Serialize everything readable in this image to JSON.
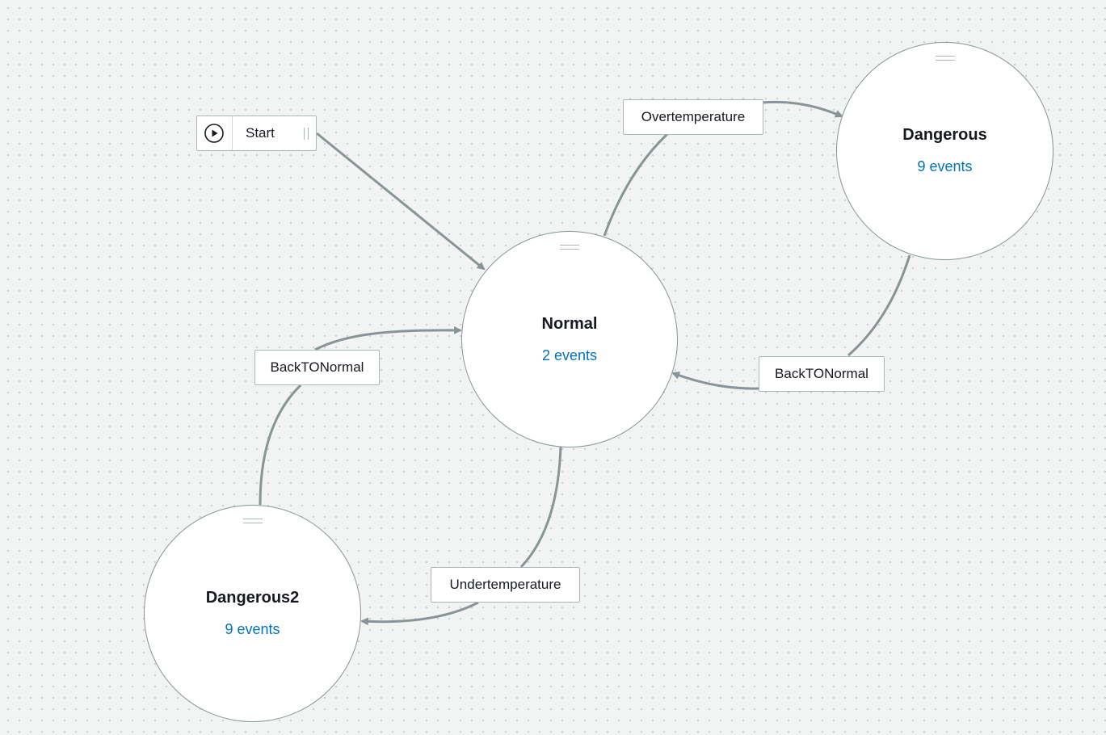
{
  "start": {
    "label": "Start",
    "icon": "play-circle-icon"
  },
  "states": {
    "normal": {
      "name": "Normal",
      "events": "2 events"
    },
    "dangerous": {
      "name": "Dangerous",
      "events": "9 events"
    },
    "dangerous2": {
      "name": "Dangerous2",
      "events": "9 events"
    }
  },
  "transitions": {
    "overtemperature": "Overtemperature",
    "back_to_normal_left": "BackTONormal",
    "back_to_normal_right": "BackTONormal",
    "undertemperature": "Undertemperature"
  },
  "colors": {
    "edge": "#879596",
    "link": "#0073bb",
    "background": "#f2f3f3"
  }
}
